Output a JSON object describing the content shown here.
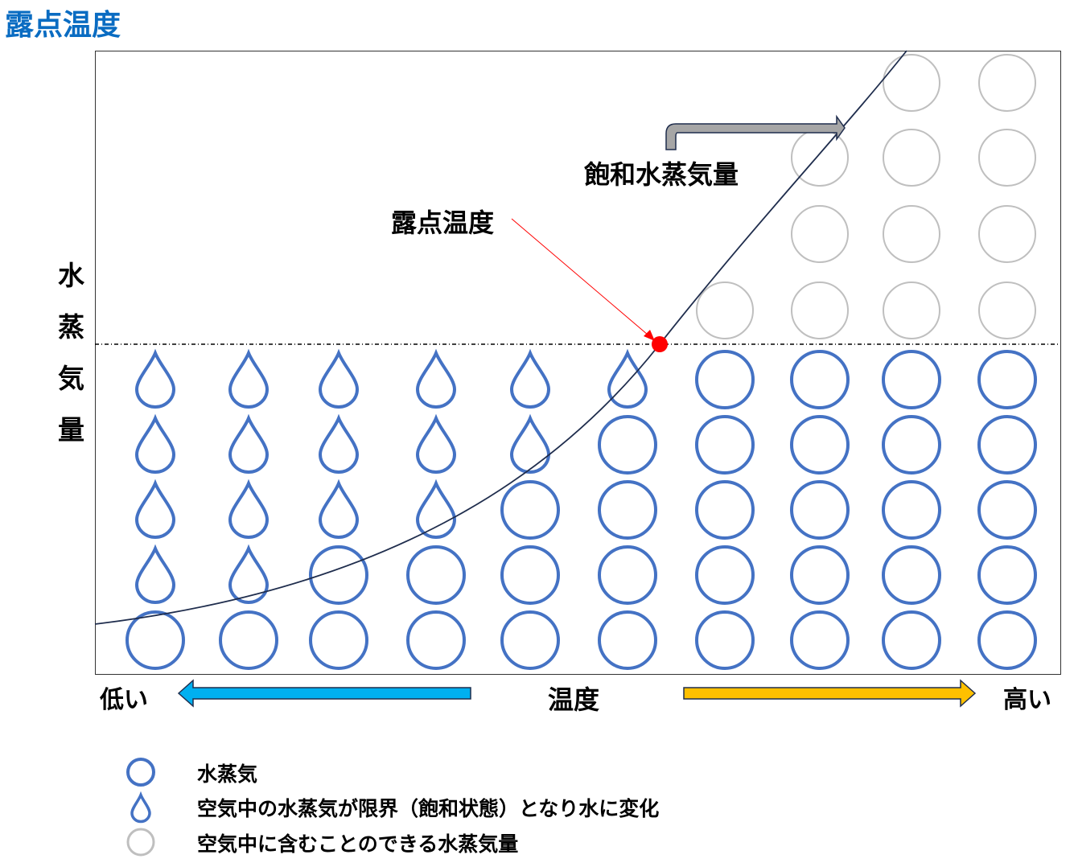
{
  "title": "露点温度",
  "labels": {
    "saturation": "飽和水蒸気量",
    "dew_point": "露点温度",
    "y_axis": [
      "水",
      "蒸",
      "気",
      "量"
    ],
    "low": "低い",
    "temperature": "温度",
    "high": "高い"
  },
  "legend": [
    {
      "icon": "vapor-circle-icon",
      "text": "水蒸気"
    },
    {
      "icon": "water-drop-icon",
      "text": "空気中の水蒸気が限界（飽和状態）となり水に変化"
    },
    {
      "icon": "capacity-circle-icon",
      "text": "空気中に含むことのできる水蒸気量"
    }
  ],
  "columns": [
    {
      "vapor": 1,
      "drops": 4,
      "capacity_extra": 0
    },
    {
      "vapor": 1,
      "drops": 4,
      "capacity_extra": 0
    },
    {
      "vapor": 2,
      "drops": 3,
      "capacity_extra": 0
    },
    {
      "vapor": 2,
      "drops": 3,
      "capacity_extra": 0
    },
    {
      "vapor": 3,
      "drops": 2,
      "capacity_extra": 0
    },
    {
      "vapor": 4,
      "drops": 1,
      "capacity_extra": 0
    },
    {
      "vapor": 5,
      "drops": 0,
      "capacity_extra": 1
    },
    {
      "vapor": 5,
      "drops": 0,
      "capacity_extra": 3
    },
    {
      "vapor": 5,
      "drops": 0,
      "capacity_extra": 4
    },
    {
      "vapor": 5,
      "drops": 0,
      "capacity_extra": 4
    }
  ],
  "colors": {
    "title": "#0a6cc2",
    "vapor": "#4472c4",
    "capacity": "#bfbfbf",
    "dew": "#ff0000",
    "cold_arrow": "#00b0f0",
    "warm_arrow": "#ffc000"
  }
}
